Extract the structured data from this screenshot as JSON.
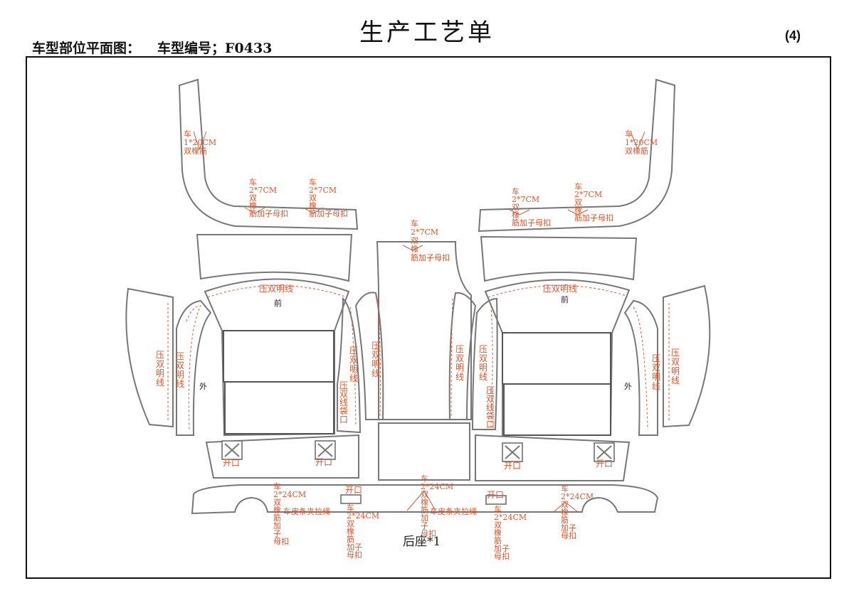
{
  "header": {
    "title": "生产工艺单",
    "diagram_label": "车型部位平面图：",
    "model_label": "车型编号；F0433",
    "page_no": "(4)"
  },
  "colors": {
    "annotation": "#e2542d",
    "outline": "#777777"
  },
  "notes": {
    "rubber_20cm": "车\n1*20CM\n双橡筋",
    "rubber_7cm": "车\n2*7CM\n双\n橡\n筋加子母扣",
    "rubber_7cm_center": "车\n2*7CM\n双\n橡\n筋加子母扣",
    "double_stitch": "压双明线",
    "double_stitch_v": "压\n双\n明\n线",
    "pocket_stitch_v": "压\n双\n线\n袋\n口",
    "front": "前",
    "outer": "外",
    "opening": "开口",
    "rubber_24cm_left": "车\n2*24CM\n双\n橡\n筋\n加\n子\n母扣",
    "rubber_24cm_v": "车\n2*24CM\n双\n橡\n筋\n加子\n母扣",
    "rubber_24cm_center": "车\n2*24CM\n双\n橡\n筋\n加\n子\n母扣",
    "leather_strap": "车皮条夹拉绳"
  },
  "caption": "后座*1"
}
